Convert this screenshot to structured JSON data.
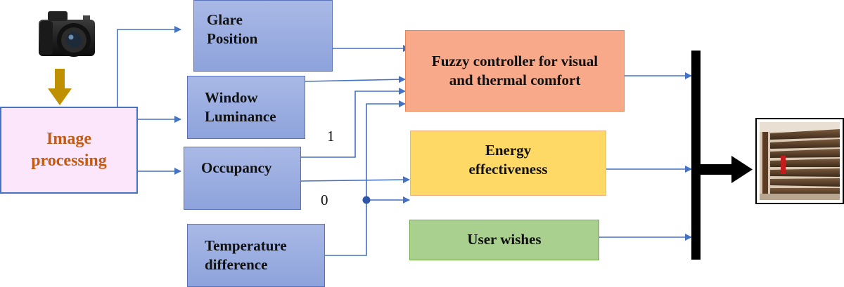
{
  "blocks": {
    "image_processing": "Image processing",
    "glare_position": "Glare Position",
    "window_luminance": "Window Luminance",
    "occupancy": "Occupancy",
    "temperature_difference": "Temperature difference",
    "fuzzy_controller": "Fuzzy controller for visual and thermal comfort",
    "energy_effectiveness": "Energy effectiveness",
    "user_wishes": "User wishes"
  },
  "switch_labels": {
    "one": "1",
    "zero": "0"
  },
  "colors": {
    "input_block_fill": "#99acdf",
    "input_block_border": "#5a73b8",
    "image_processing_fill": "#fbe6fb",
    "image_processing_text": "#c55a11",
    "fuzzy_fill": "#f7a98a",
    "fuzzy_border": "#e98450",
    "energy_fill": "#ffd966",
    "energy_border": "#f4b183",
    "user_fill": "#a9d08e",
    "user_border": "#70ad47",
    "arrow": "#4472c4",
    "down_arrow": "#bf9000"
  },
  "icons": [
    "camera-icon",
    "window-blinds-photo"
  ]
}
